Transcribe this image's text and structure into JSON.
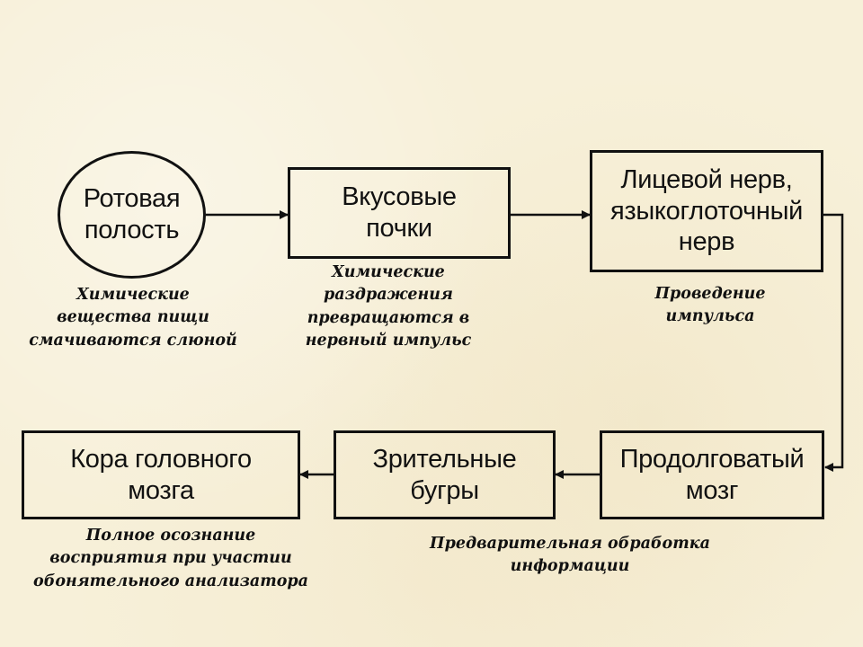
{
  "nodes": {
    "oral_cavity": "Ротовая\nполость",
    "taste_buds": "Вкусовые\nпочки",
    "facial_nerve": "Лицевой нерв,\nязыкоглоточный\nнерв",
    "medulla": "Продолговатый\nмозг",
    "thalamus": "Зрительные\nбугры",
    "cortex": "Кора головного\nмозга"
  },
  "captions": {
    "oral_cavity": "Химические\nвещества пищи\nсмачиваются слюной",
    "taste_buds": "Химические\nраздражения\nпревращаются в\nнервный импульс",
    "facial_nerve": "Проведение\nимпульса",
    "preprocessing": "Предварительная обработка\nинформации",
    "cortex": "Полное осознание\nвосприятия при участии\nобонятельного анализатора"
  },
  "colors": {
    "background": "#f7f0d9",
    "ink": "#111111"
  }
}
